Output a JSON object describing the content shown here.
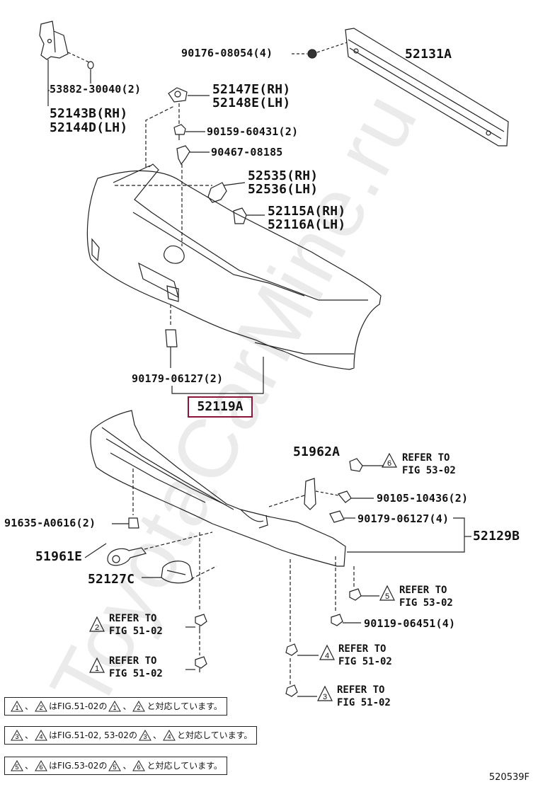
{
  "labels": {
    "l90176": "90176-08054(4)",
    "l52131A": "52131A",
    "l53882": "53882-30040(2)",
    "l52143B": "52143B(RH)",
    "l52144D": "52144D(LH)",
    "l52147E": "52147E(RH)",
    "l52148E": "52148E(LH)",
    "l90159": "90159-60431(2)",
    "l90467": "90467-08185",
    "l52535": "52535(RH)",
    "l52536": "52536(LH)",
    "l52115A": "52115A(RH)",
    "l52116A": "52116A(LH)",
    "l90179a": "90179-06127(2)",
    "l52119A": "52119A",
    "l51962A": "51962A",
    "l90105": "90105-10436(2)",
    "l90179b": "90179-06127(4)",
    "l52129B": "52129B",
    "l91635": "91635-A0616(2)",
    "l51961E": "51961E",
    "l52127C": "52127C",
    "l90119": "90119-06451(4)"
  },
  "refs": {
    "r6": {
      "num": "6",
      "line1": "REFER TO",
      "line2": "FIG 53-02"
    },
    "r5": {
      "num": "5",
      "line1": "REFER TO",
      "line2": "FIG 53-02"
    },
    "r2": {
      "num": "2",
      "line1": "REFER TO",
      "line2": "FIG 51-02"
    },
    "r1": {
      "num": "1",
      "line1": "REFER TO",
      "line2": "FIG 51-02"
    },
    "r4": {
      "num": "4",
      "line1": "REFER TO",
      "line2": "FIG 51-02"
    },
    "r3": {
      "num": "3",
      "line1": "REFER TO",
      "line2": "FIG 51-02"
    }
  },
  "notes": {
    "n1": {
      "a": "1",
      "sep1": "、",
      "b": "2",
      "mid": "はFIG.51-02の",
      "c": "1",
      "sep2": "、",
      "d": "2",
      "end": "と対応しています。"
    },
    "n2": {
      "a": "3",
      "sep1": "、",
      "b": "4",
      "mid": "はFIG.51-02, 53-02の",
      "c": "3",
      "sep2": "、",
      "d": "4",
      "end": "と対応しています。"
    },
    "n3": {
      "a": "5",
      "sep1": "、",
      "b": "6",
      "mid": "はFIG.53-02の",
      "c": "5",
      "sep2": "、",
      "d": "6",
      "end": "と対応しています。"
    }
  },
  "diagram_code": "520539F",
  "watermark": "ToyotaCarMine.ru",
  "colors": {
    "highlight_border": "#8b1538",
    "line": "#222222",
    "watermark": "#e6e6e6"
  }
}
